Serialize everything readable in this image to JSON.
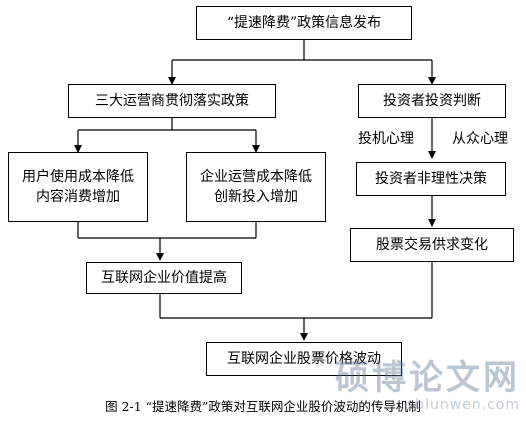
{
  "diagram": {
    "nodes": {
      "policy_release": "“提速降费”政策信息发布",
      "operators_implement": "三大运营商贯彻落实政策",
      "investor_judgement": "投资者投资判断",
      "user_cost_line1": "用户使用成本降低",
      "user_cost_line2": "内容消费增加",
      "enterprise_cost_line1": "企业运营成本降低",
      "enterprise_cost_line2": "创新投入增加",
      "irrational_decision": "投资者非理性决策",
      "supply_demand_change": "股票交易供求变化",
      "internet_value_up": "互联网企业价值提高",
      "stock_price_fluctuation": "互联网企业股票价格波动"
    },
    "edge_labels": {
      "speculative": "投机心理",
      "herd": "从众心理"
    },
    "caption": "图 2-1 “提速降费”政策对互联网企业股价波动的传导机制"
  },
  "watermark": {
    "main": "硕博论文网",
    "sub": "sblunwen.com"
  }
}
